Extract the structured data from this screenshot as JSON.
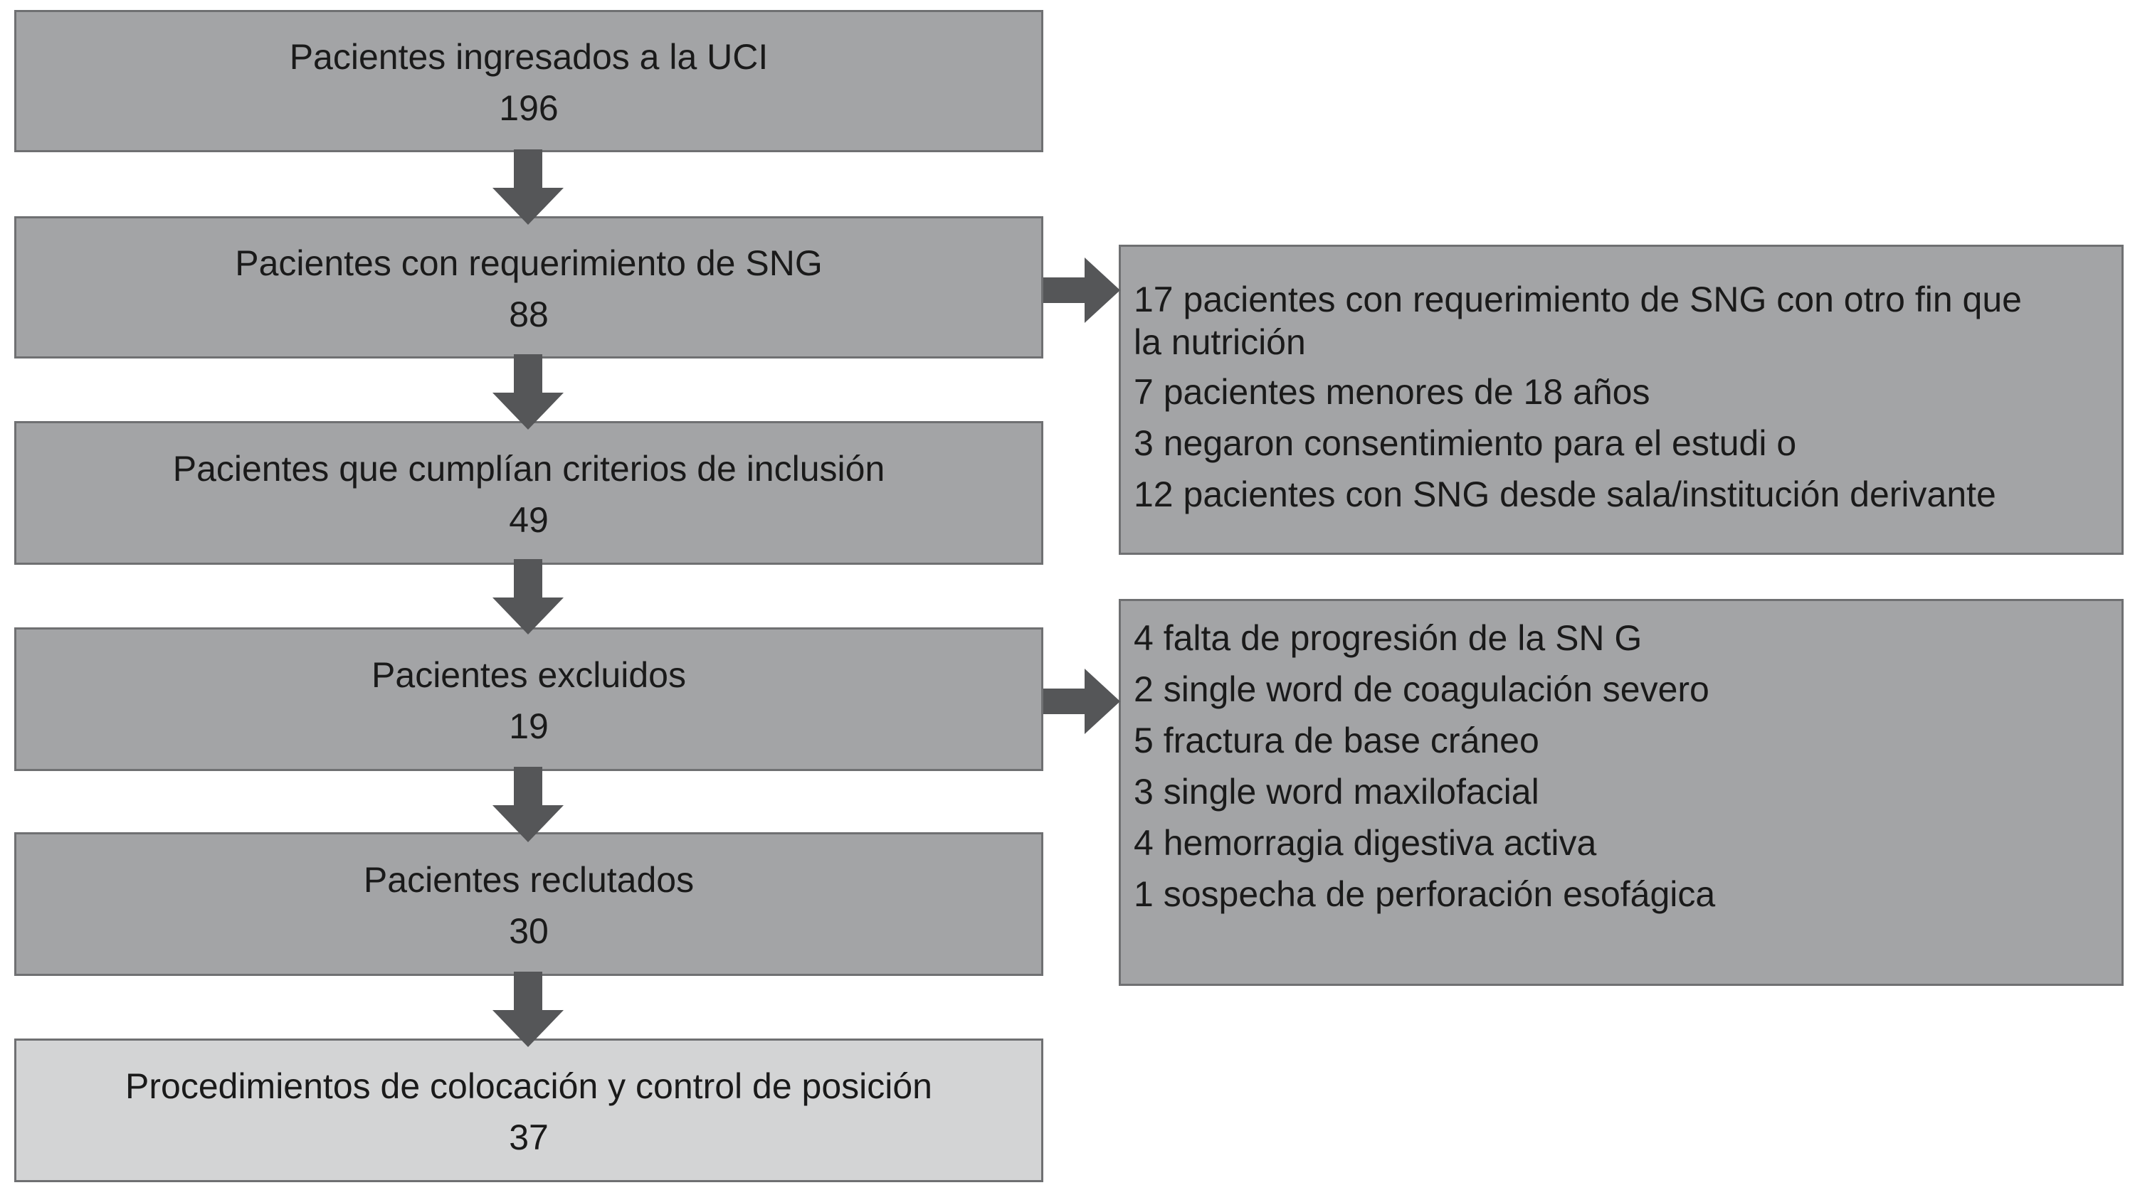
{
  "flow": [
    {
      "label": "Pacientes ingresados a la UCI",
      "value": "196"
    },
    {
      "label": "Pacientes con requerimiento de SNG",
      "value": "88"
    },
    {
      "label": "Pacientes que cumplían criterios de inclusión",
      "value": "49"
    },
    {
      "label": "Pacientes excluidos",
      "value": "19"
    },
    {
      "label": "Pacientes reclutados",
      "value": "30"
    },
    {
      "label": "Procedimientos de colocación y control de posición",
      "value": "37"
    }
  ],
  "side_top": [
    "17 pacientes con requerimiento de SNG con otro fin que la nutrición",
    "7 pacientes menores de 18 años",
    "3 negaron consentimiento para el estudi o",
    "12 pacientes con SNG desde sala/institución derivante"
  ],
  "side_bottom": [
    "4 falta de progresión de la SN G",
    "2 single word  de coagulación severo",
    "5 fractura de base cráneo",
    "3 single word  maxilofacial",
    "4 hemorragia digestiva activa",
    "1 sospecha de perforación esofágica"
  ],
  "colors": {
    "box_fill": "#a3a4a6",
    "box_fill_final": "#d3d4d5",
    "box_border": "#6f7072",
    "arrow": "#555658"
  }
}
